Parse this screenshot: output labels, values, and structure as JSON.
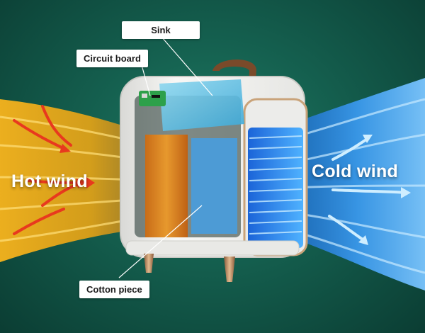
{
  "labels": {
    "sink": "Sink",
    "circuit_board": "Circuit board",
    "cotton_piece": "Cotton piece"
  },
  "airflow": {
    "hot": "Hot wind",
    "cold": "Cold wind"
  },
  "colors": {
    "background": "#156150",
    "hot_wind": "#f5b21f",
    "hot_arrows": "#e8391e",
    "cold_wind": "#2a8ff0",
    "device_body": "#f2f2f0",
    "handle": "#7a4a2a",
    "accent_trim": "#c9a37a"
  },
  "icons": [
    "hot-air-arrow-icon",
    "cold-air-arrow-icon"
  ]
}
